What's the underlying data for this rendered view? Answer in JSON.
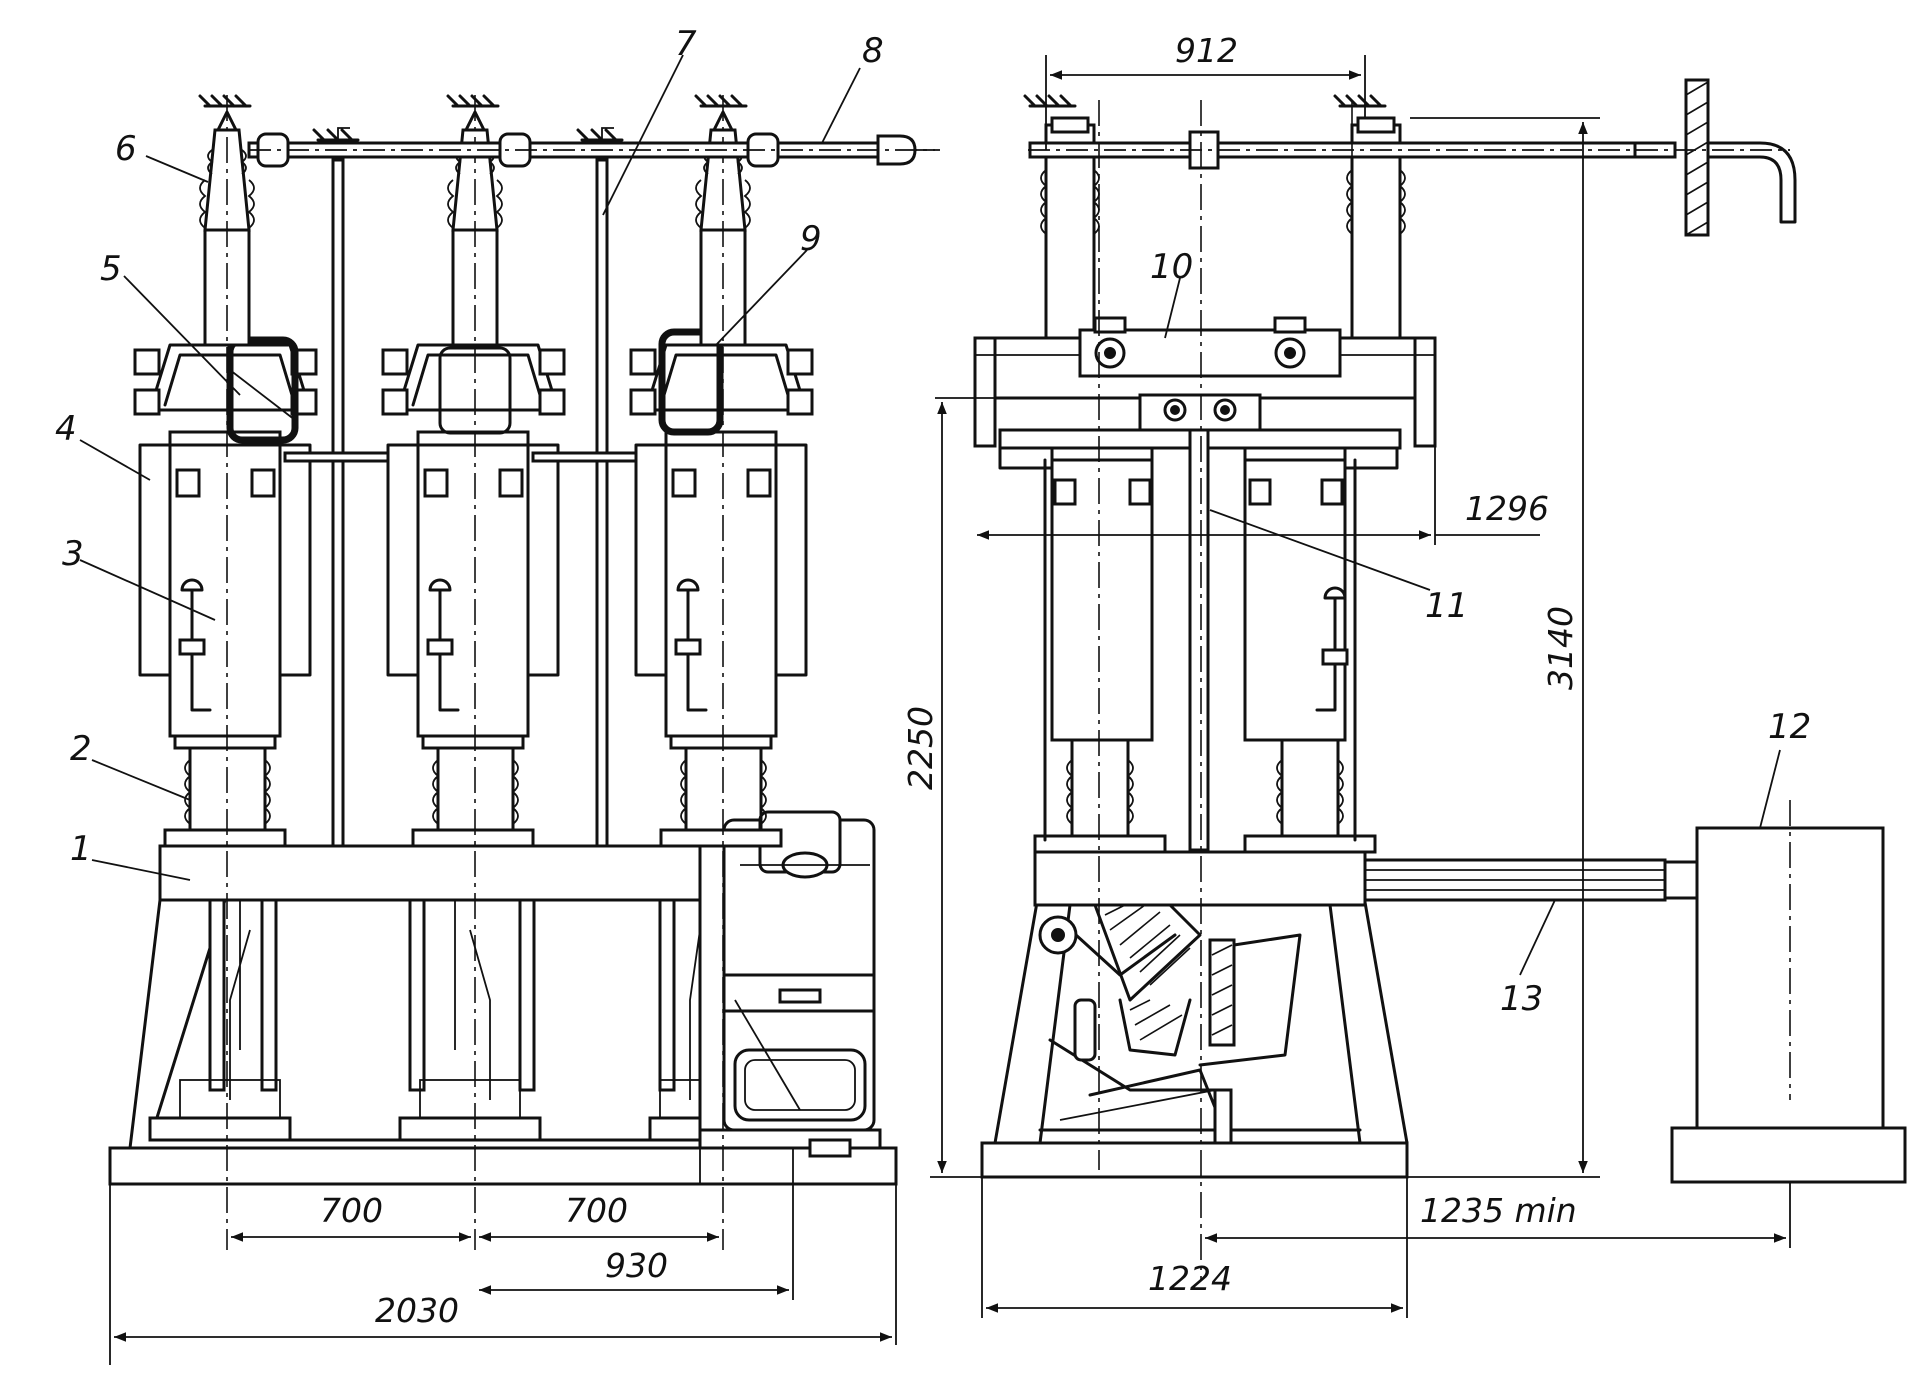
{
  "callouts": {
    "c1": "1",
    "c2": "2",
    "c3": "3",
    "c4": "4",
    "c5": "5",
    "c6": "6",
    "c7": "7",
    "c8": "8",
    "c9": "9",
    "c10": "10",
    "c11": "11",
    "c12": "12",
    "c13": "13"
  },
  "dimensions": {
    "d700a": "700",
    "d700b": "700",
    "d930": "930",
    "d2030": "2030",
    "d912": "912",
    "d1296": "1296",
    "d2250": "2250",
    "d3140": "3140",
    "d1235": "1235 min",
    "d1224": "1224"
  }
}
